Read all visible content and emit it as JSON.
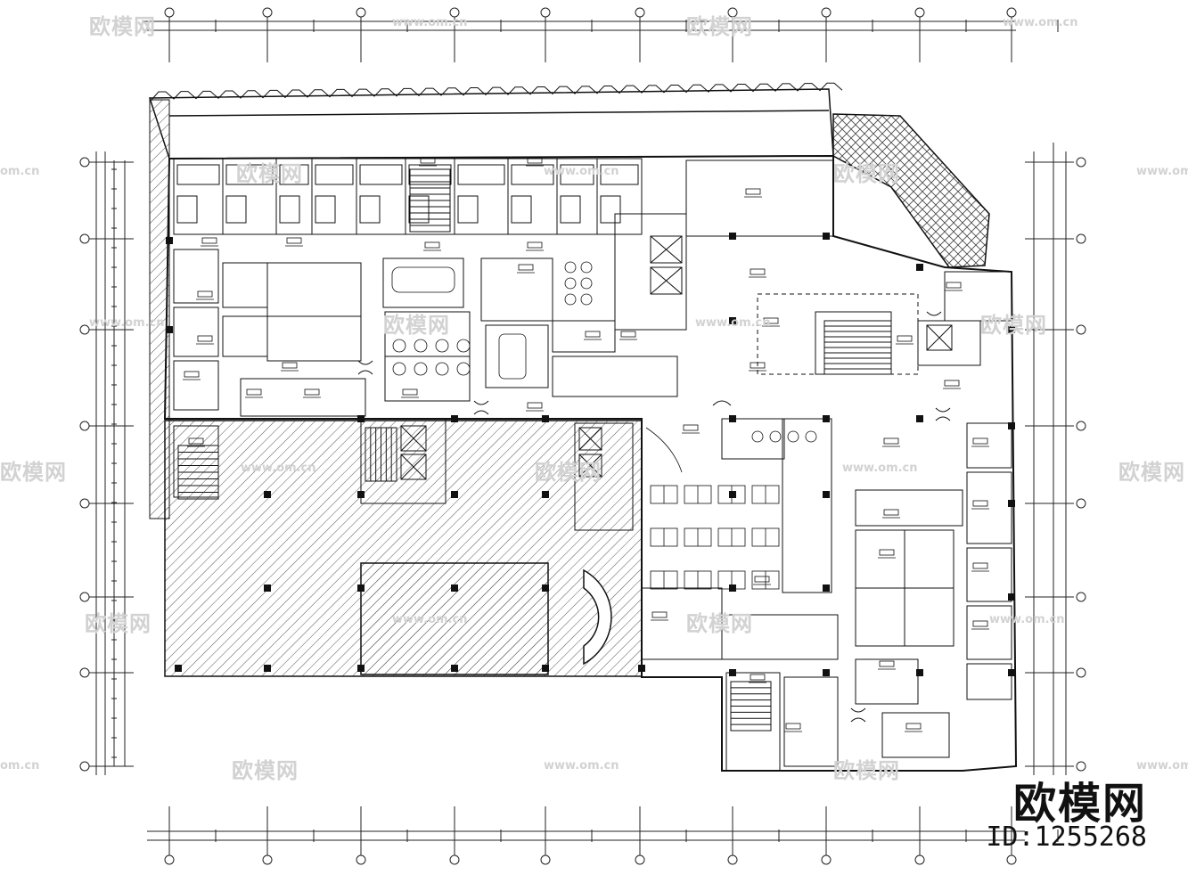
{
  "watermark": {
    "logo_text": "欧模网",
    "url_text": "www.om.cn",
    "url_fragment": "om.cn"
  },
  "brand": {
    "name": "欧模网",
    "id": "ID:1255268"
  },
  "colors": {
    "line": "#111111",
    "watermark": "#d2d2d2",
    "background": "#ffffff"
  }
}
